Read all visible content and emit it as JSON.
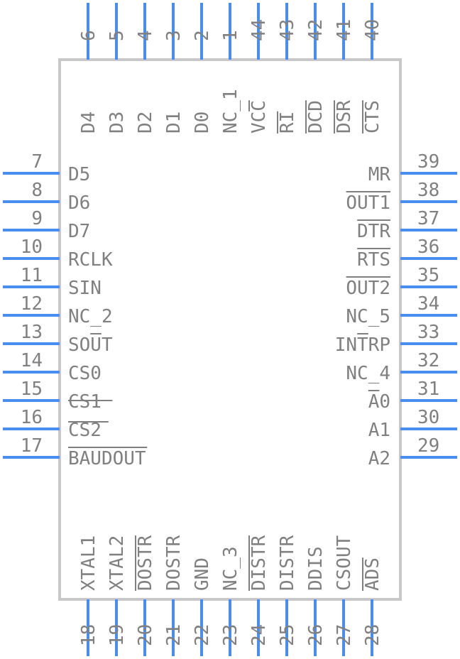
{
  "colors": {
    "pin": "#4a8df0",
    "body": "#c8c8c8",
    "text": "#808080"
  },
  "top_pins": [
    {
      "num": "6",
      "label": "D4"
    },
    {
      "num": "5",
      "label": "D3"
    },
    {
      "num": "4",
      "label": "D2"
    },
    {
      "num": "3",
      "label": "D1"
    },
    {
      "num": "2",
      "label": "D0"
    },
    {
      "num": "1",
      "label": "NC_1"
    },
    {
      "num": "44",
      "label": "VCC"
    },
    {
      "num": "43",
      "label": "RI"
    },
    {
      "num": "42",
      "label": "DCD"
    },
    {
      "num": "41",
      "label": "DSR"
    },
    {
      "num": "40",
      "label": "CTS"
    }
  ],
  "left_pins": [
    {
      "num": "7",
      "label": "D5"
    },
    {
      "num": "8",
      "label": "D6"
    },
    {
      "num": "9",
      "label": "D7"
    },
    {
      "num": "10",
      "label": "RCLK"
    },
    {
      "num": "11",
      "label": "SIN"
    },
    {
      "num": "12",
      "label": "NC_2"
    },
    {
      "num": "13",
      "label": "SOUT"
    },
    {
      "num": "14",
      "label": "CS0"
    },
    {
      "num": "15",
      "label": "CS1"
    },
    {
      "num": "16",
      "label": "CS2"
    },
    {
      "num": "17",
      "label": "BAUDOUT"
    }
  ],
  "right_pins": [
    {
      "num": "39",
      "label": "MR"
    },
    {
      "num": "38",
      "label": "OUT1"
    },
    {
      "num": "37",
      "label": "DTR"
    },
    {
      "num": "36",
      "label": "RTS"
    },
    {
      "num": "35",
      "label": "OUT2"
    },
    {
      "num": "34",
      "label": "NC_5"
    },
    {
      "num": "33",
      "label": "INTRP"
    },
    {
      "num": "32",
      "label": "NC_4"
    },
    {
      "num": "31",
      "label": "A0"
    },
    {
      "num": "30",
      "label": "A1"
    },
    {
      "num": "29",
      "label": "A2"
    }
  ],
  "bottom_pins": [
    {
      "num": "18",
      "label": "XTAL1"
    },
    {
      "num": "19",
      "label": "XTAL2"
    },
    {
      "num": "20",
      "label": "DOSTR"
    },
    {
      "num": "21",
      "label": "DOSTR"
    },
    {
      "num": "22",
      "label": "GND"
    },
    {
      "num": "23",
      "label": "NC_3"
    },
    {
      "num": "24",
      "label": "DISTR"
    },
    {
      "num": "25",
      "label": "DISTR"
    },
    {
      "num": "26",
      "label": "DDIS"
    },
    {
      "num": "27",
      "label": "CSOUT"
    },
    {
      "num": "28",
      "label": "ADS"
    }
  ]
}
